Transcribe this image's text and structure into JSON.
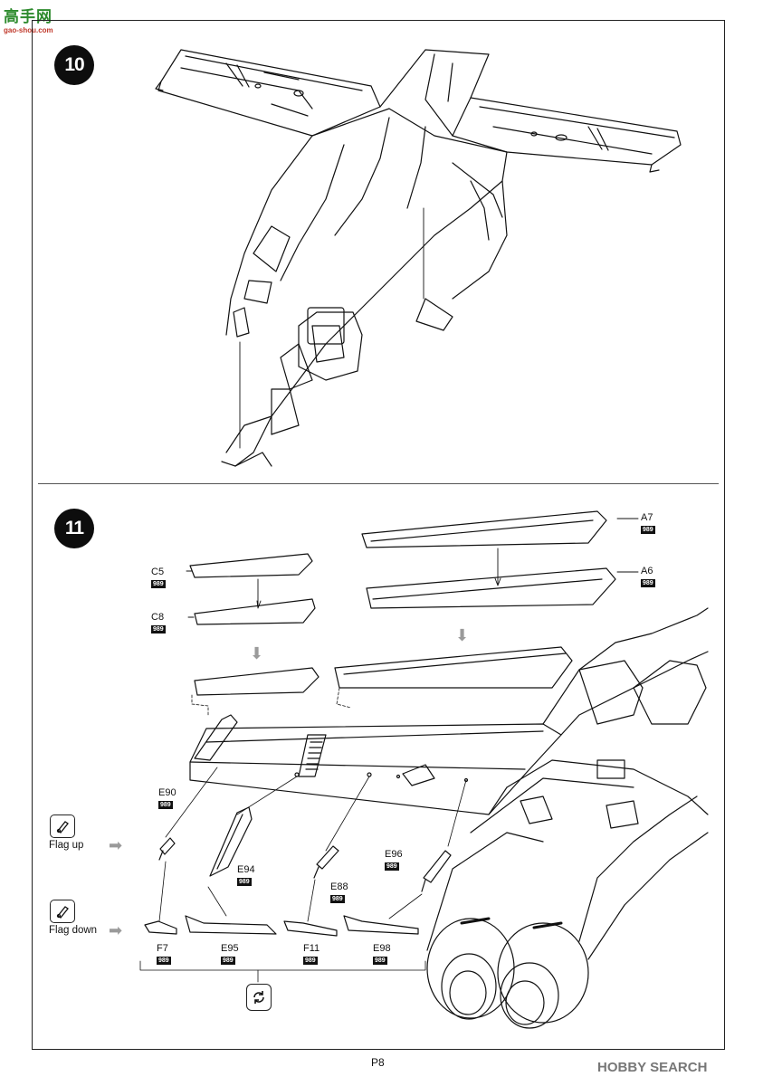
{
  "watermark": {
    "title": "高手网",
    "url": "gao-shou.com"
  },
  "steps": [
    {
      "number": "10"
    },
    {
      "number": "11"
    }
  ],
  "parts": {
    "A7": {
      "code": "A7",
      "chip": "989"
    },
    "A6": {
      "code": "A6",
      "chip": "989"
    },
    "C5": {
      "code": "C5",
      "chip": "989"
    },
    "C8": {
      "code": "C8",
      "chip": "989"
    },
    "E90": {
      "code": "E90",
      "chip": "989"
    },
    "E94": {
      "code": "E94",
      "chip": "989"
    },
    "E88": {
      "code": "E88",
      "chip": "989"
    },
    "E96": {
      "code": "E96",
      "chip": "989"
    },
    "F7": {
      "code": "F7",
      "chip": "989"
    },
    "E95": {
      "code": "E95",
      "chip": "989"
    },
    "F11": {
      "code": "F11",
      "chip": "989"
    },
    "E98": {
      "code": "E98",
      "chip": "989"
    }
  },
  "flags": {
    "up": "Flag up",
    "down": "Flag down"
  },
  "page": "P8",
  "footer_brand": "HOBBY SEARCH",
  "colors": {
    "ink": "#111111",
    "arrow": "#9a9a9a",
    "watermark_green": "#2d8a2d",
    "watermark_red": "#c0392b"
  }
}
